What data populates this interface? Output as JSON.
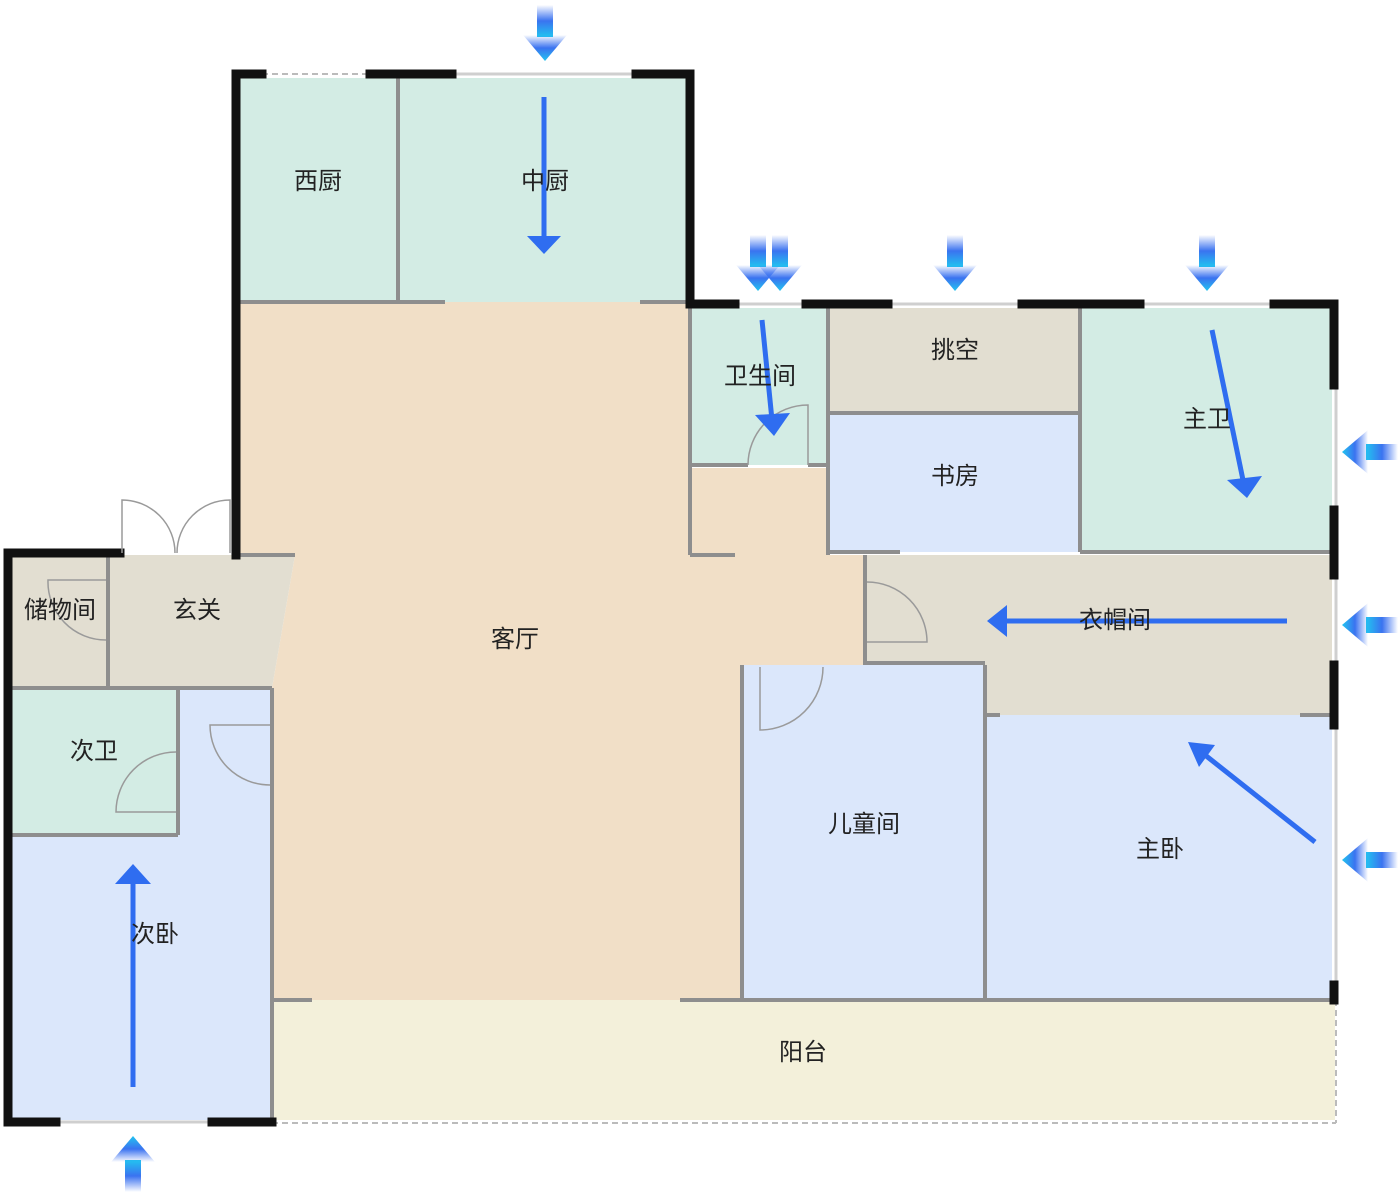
{
  "rooms": {
    "western_kitchen": "西厨",
    "chinese_kitchen": "中厨",
    "bathroom": "卫生间",
    "void": "挑空",
    "study": "书房",
    "master_bath": "主卫",
    "living_room": "客厅",
    "storage": "储物间",
    "entrance": "玄关",
    "second_bath": "次卫",
    "second_bedroom": "次卧",
    "cloakroom": "衣帽间",
    "kids_room": "儿童间",
    "master_bedroom": "主卧",
    "balcony": "阳台"
  },
  "colors": {
    "wet_area": "#d3ece4",
    "living": "#f1dfc7",
    "bedroom": "#dbe7fb",
    "utility": "#e2ded1",
    "balcony": "#f3f0da",
    "flow_arrow": "#2f6df0",
    "light_arrow": "#36a8f0"
  }
}
